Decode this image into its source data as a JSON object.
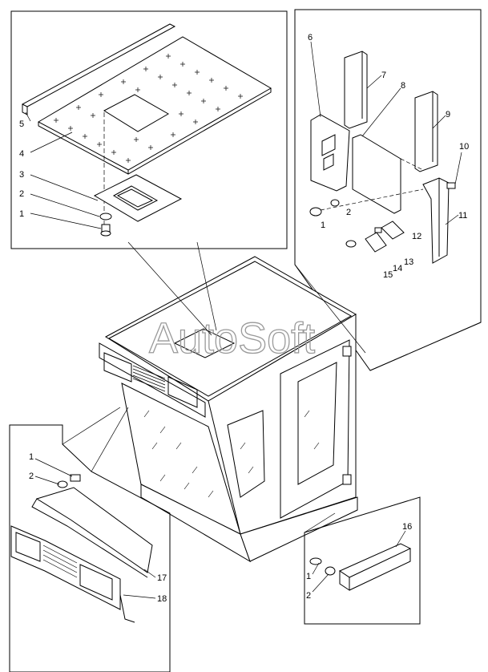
{
  "watermark": "AutoSoft",
  "labels": {
    "tl_5": "5",
    "tl_4": "4",
    "tl_3": "3",
    "tl_2": "2",
    "tl_1": "1",
    "tr_6": "6",
    "tr_7": "7",
    "tr_8": "8",
    "tr_9": "9",
    "tr_10": "10",
    "tr_2": "2",
    "tr_1": "1",
    "tr_11": "11",
    "tr_12": "12",
    "tr_13": "13",
    "tr_14": "14",
    "tr_15": "15",
    "bl_1": "1",
    "bl_2": "2",
    "bl_17": "17",
    "bl_18": "18",
    "br_16": "16",
    "br_1": "1",
    "br_2": "2"
  },
  "colors": {
    "line": "#000000",
    "watermark": "#9a9a9a",
    "background": "#ffffff"
  }
}
